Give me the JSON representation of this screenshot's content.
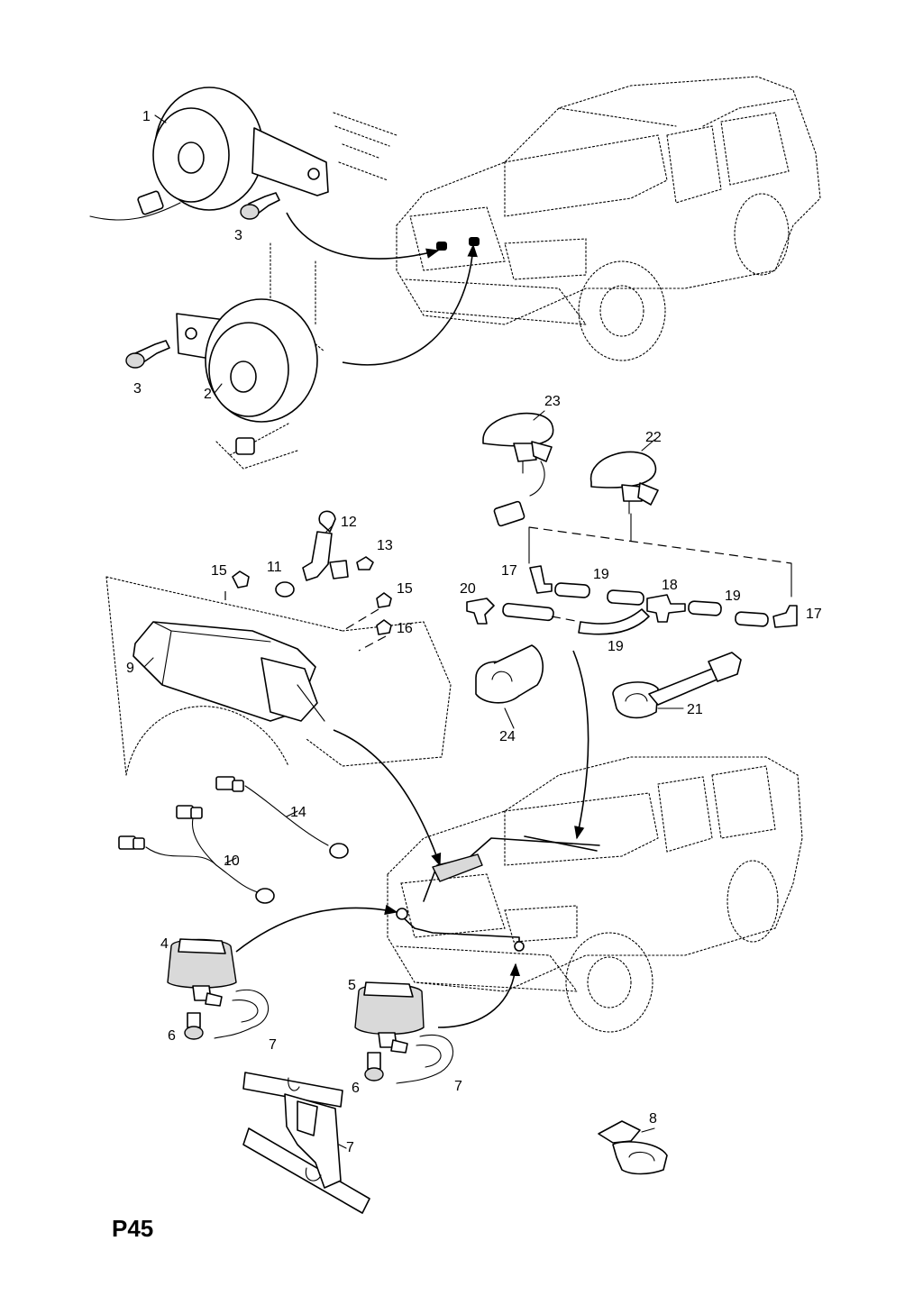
{
  "page_code": "P45",
  "callouts": {
    "c1": "1",
    "c2": "2",
    "c3a": "3",
    "c3b": "3",
    "c4": "4",
    "c5": "5",
    "c6a": "6",
    "c6b": "6",
    "c7a": "7",
    "c7b": "7",
    "c7c": "7",
    "c8": "8",
    "c9": "9",
    "c10": "10",
    "c11": "11",
    "c12": "12",
    "c13": "13",
    "c14": "14",
    "c15a": "15",
    "c15b": "15",
    "c16": "16",
    "c17a": "17",
    "c17b": "17",
    "c18": "18",
    "c19a": "19",
    "c19b": "19",
    "c19c": "19",
    "c20": "20",
    "c21": "21",
    "c22": "22",
    "c23": "23",
    "c24": "24"
  }
}
